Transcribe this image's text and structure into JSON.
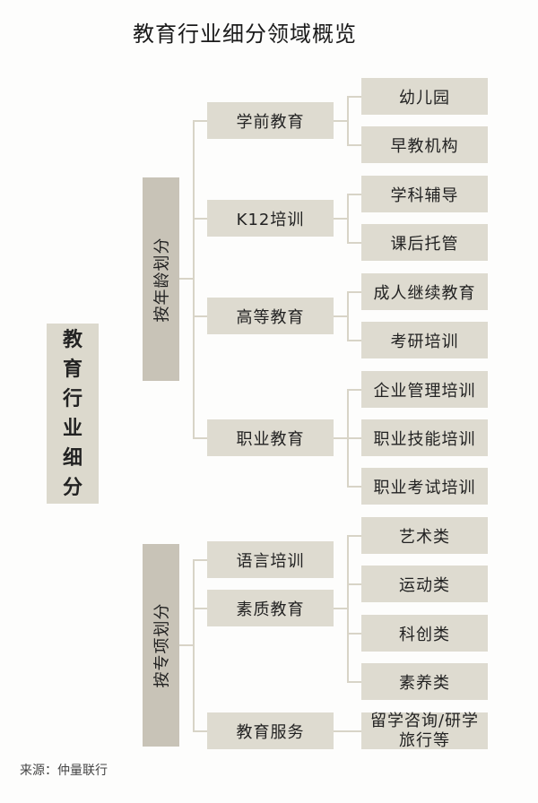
{
  "title": "教育行业细分领域概览",
  "root": {
    "label": "教育行业细分",
    "chars": [
      "教",
      "育",
      "行",
      "业",
      "细",
      "分"
    ]
  },
  "groups": [
    {
      "label": "按年龄划分",
      "children": [
        {
          "label": "学前教育",
          "children": [
            "幼儿园",
            "早教机构"
          ]
        },
        {
          "label": "K12培训",
          "children": [
            "学科辅导",
            "课后托管"
          ]
        },
        {
          "label": "高等教育",
          "children": [
            "成人继续教育",
            "考研培训"
          ]
        },
        {
          "label": "职业教育",
          "children": [
            "企业管理培训",
            "职业技能培训",
            "职业考试培训"
          ]
        }
      ]
    },
    {
      "label": "按专项划分",
      "children": [
        {
          "label": "语言培训",
          "children": []
        },
        {
          "label": "素质教育",
          "children": [
            "艺术类",
            "运动类",
            "科创类",
            "素养类"
          ]
        },
        {
          "label": "教育服务",
          "children": [
            "留学咨询/研学旅行等"
          ]
        }
      ]
    }
  ],
  "colors": {
    "level1_fill": "#c8c3b7",
    "level2_fill": "#dedbd0",
    "connector": "#d8d4c7"
  },
  "source": "来源：仲量联行"
}
